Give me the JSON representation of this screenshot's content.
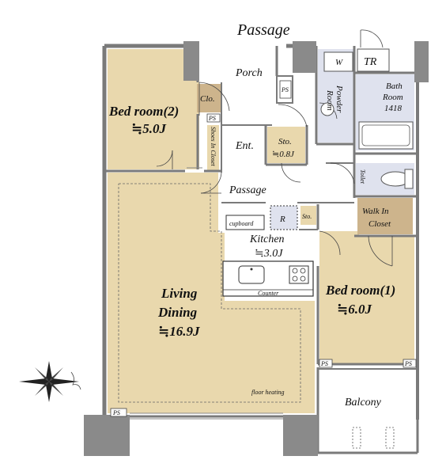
{
  "plan": {
    "top_passage": "Passage",
    "rooms": {
      "porch": "Porch",
      "entrance": "Ent.",
      "storage_small": {
        "name": "Sto.",
        "area": "≒0.8J"
      },
      "passage_inner": "Passage",
      "powder_room": [
        "Powder",
        "Room"
      ],
      "washer": "W",
      "toilet_room": "TR",
      "bathroom": [
        "Bath",
        "Room",
        "1418"
      ],
      "toilet": "Toilet",
      "walk_in_closet": [
        "Walk In",
        "Closet"
      ],
      "bedroom2": {
        "name": "Bed room(2)",
        "area": "≒5.0J"
      },
      "closet": "Clo.",
      "shoes_closet": "Shoes In Closet",
      "cupboard": "cupboard",
      "refrigerator": "R",
      "storage_kitchen": "Sto.",
      "kitchen": {
        "name": "Kitchen",
        "area": "≒3.0J"
      },
      "counter": "Counter",
      "living": {
        "line1": "Living",
        "line2": "Dining",
        "area": "≒16.9J"
      },
      "floor_heating": "floor heating",
      "bedroom1": {
        "name": "Bed room(1)",
        "area": "≒6.0J"
      },
      "balcony": "Balcony",
      "pipe_space": "PS"
    }
  },
  "colors": {
    "tan_floor": "#e9d8ad",
    "closet_fill": "#cdb48c",
    "wet_area": "#dfe2ee",
    "wall": "#7a7a7a",
    "pillar": "#8a8a8a"
  },
  "icons": [
    "compass-rose-icon"
  ]
}
